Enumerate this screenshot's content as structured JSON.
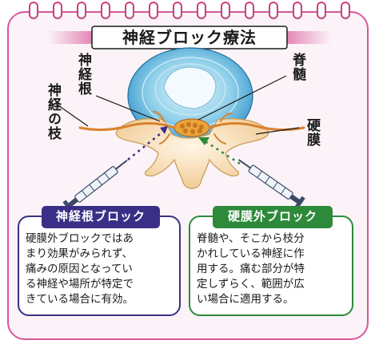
{
  "title": "神経ブロック療法",
  "labels": {
    "nerve_root": "神経根",
    "nerve_branch": "神経の枝",
    "spinal_cord": "脊髄",
    "dura": "硬膜"
  },
  "boxes": [
    {
      "title": "神経根ブロック",
      "text": "硬膜外ブロックではあ\nまり効果がみられず、\n痛みの原因となってい\nる神経や場所が特定で\nきている場合に有効。",
      "color": "#3a2f86"
    },
    {
      "title": "硬膜外ブロック",
      "text": "脊髄や、そこから枝分\nかれしている神経に作\n用する。痛む部分が特\n定しずらく、範囲が広\nい場合に適用する。",
      "color": "#2d8a3a"
    }
  ],
  "colors": {
    "frame": "#d9569a",
    "disc": "#3aa3d6",
    "bone": "#f6dcb0",
    "nerve": "#d9822b"
  }
}
